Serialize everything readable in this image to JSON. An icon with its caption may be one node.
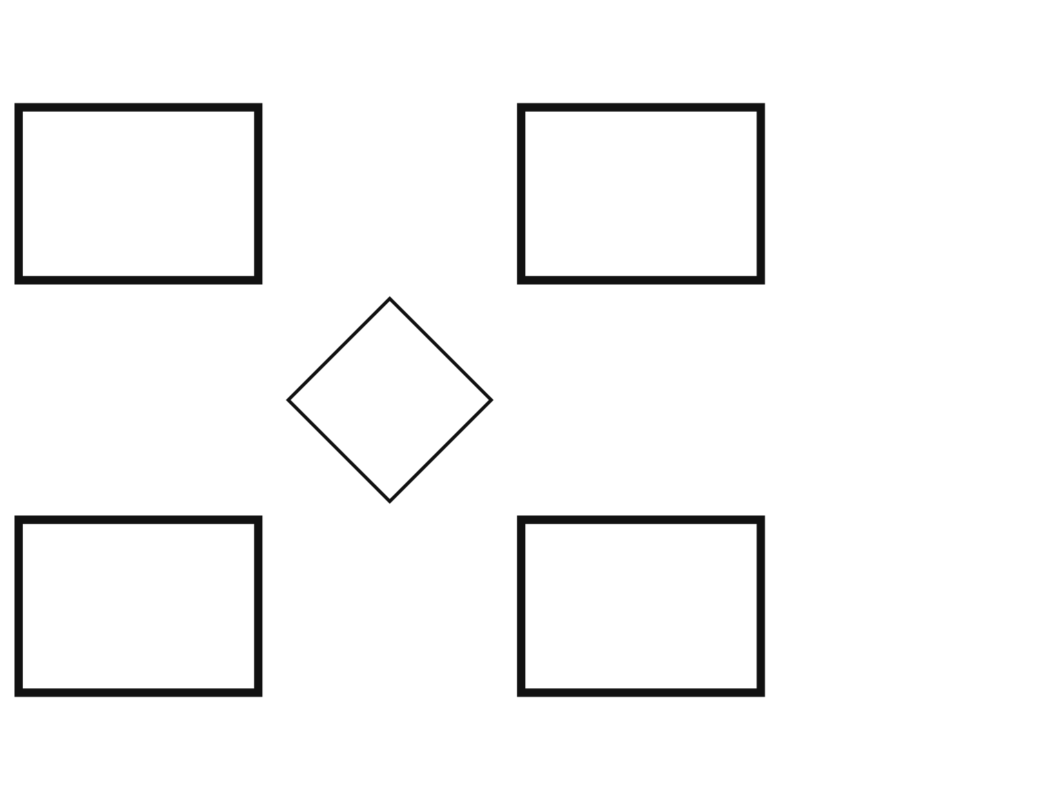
{
  "diagram": {
    "nodes": [
      {
        "text": [],
        "shape": "box"
      },
      {
        "text": [],
        "shape": "box"
      },
      {
        "text": [],
        "shape": "diamond"
      },
      {
        "text": [],
        "shape": "box"
      },
      {
        "text": [],
        "shape": "box"
      }
    ]
  }
}
